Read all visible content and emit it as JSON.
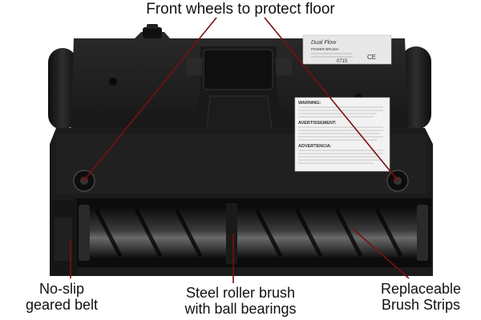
{
  "labels": {
    "front_wheels": "Front wheels to protect floor",
    "belt_line1": "No-slip",
    "belt_line2": "geared belt",
    "roller_line1": "Steel roller brush",
    "roller_line2": "with ball bearings",
    "strips_line1": "Replaceable",
    "strips_line2": "Brush Strips"
  },
  "sticker": {
    "brand": "Dual Flow",
    "model": "POWER BRUSH",
    "serial": "0715",
    "ce_mark": "CE"
  },
  "warning": {
    "heading_en": "WARNING:",
    "heading_fr": "AVERTISSEMENT:",
    "heading_es": "ADVERTENCIA:"
  },
  "colors": {
    "body": "#1f1f1f",
    "leader_line": "#7a1010",
    "label_text": "#111111",
    "background": "#ffffff"
  }
}
